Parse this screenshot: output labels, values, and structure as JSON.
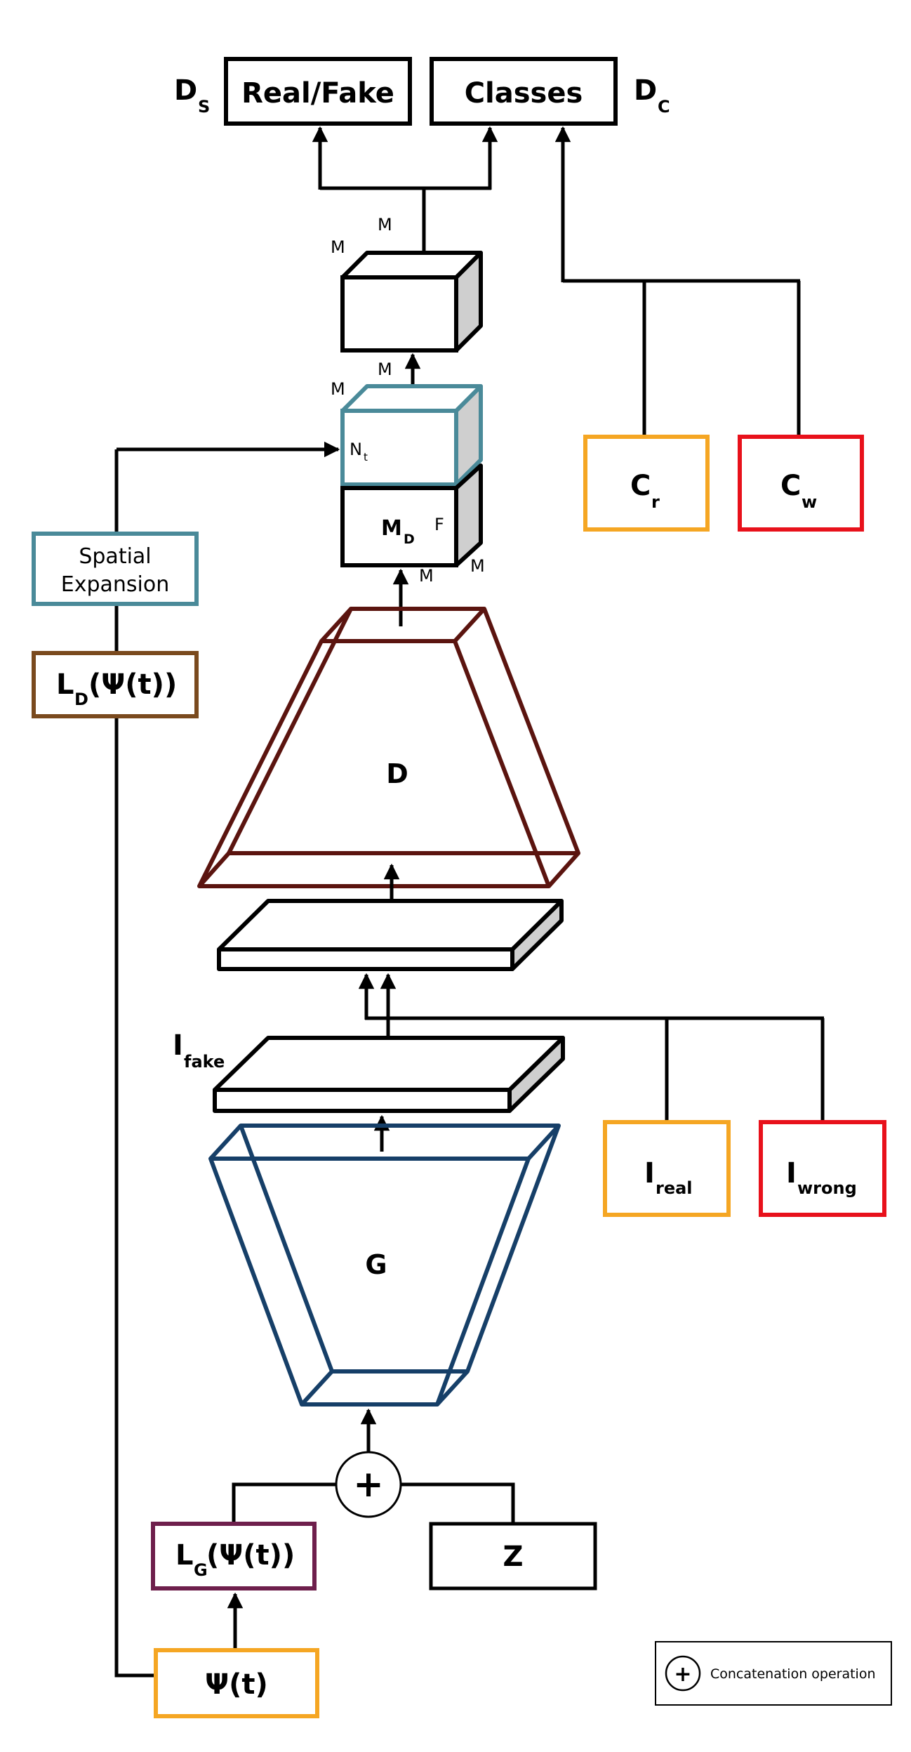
{
  "outputs": {
    "ds": {
      "main": "D",
      "sub": "S"
    },
    "dc": {
      "main": "D",
      "sub": "C"
    },
    "real_fake": "Real/Fake",
    "classes": "Classes"
  },
  "top_cube": {
    "m_left": "M",
    "m_top": "M"
  },
  "teal_cube": {
    "m_top": "M",
    "m_left": "M",
    "n": "N",
    "n_sub": "t"
  },
  "md_cube": {
    "main": "M",
    "sub": "D",
    "f": "F",
    "m_right": "M",
    "m_bottom": "M"
  },
  "class_boxes": {
    "cr": {
      "main": "C",
      "sub": "r",
      "color": "#f5a623"
    },
    "cw": {
      "main": "C",
      "sub": "w",
      "color": "#e8111b"
    }
  },
  "left_branch": {
    "spatial_line1": "Spatial",
    "spatial_line2": "Expansion",
    "spatial_color": "#4a8a99",
    "ld": {
      "main": "L",
      "sub": "D",
      "rest": "(Ψ(t))",
      "color": "#7a4a1e"
    }
  },
  "discriminator": {
    "label": "D",
    "color": "#5b140f"
  },
  "generator": {
    "label": "G",
    "color": "#163f68"
  },
  "image_labels": {
    "ifake": {
      "main": "I",
      "sub": "fake"
    },
    "ireal": {
      "main": "I",
      "sub": "real",
      "color": "#f5a623"
    },
    "iwrong": {
      "main": "I",
      "sub": "wrong",
      "color": "#e8111b"
    }
  },
  "inputs": {
    "lg": {
      "main": "L",
      "sub": "G",
      "rest": "(Ψ(t))",
      "color": "#6e1f4c"
    },
    "z": "Z",
    "psi": {
      "text": "Ψ(t)",
      "color": "#f5a623"
    },
    "concat_symbol": "+"
  },
  "legend": {
    "symbol": "+",
    "text": "Concatenation operation"
  }
}
